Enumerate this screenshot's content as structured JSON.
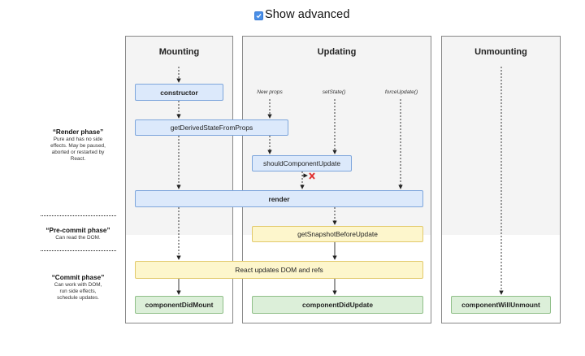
{
  "header": {
    "toggle_label": "Show advanced",
    "toggle_checked": true
  },
  "columns": {
    "mounting": "Mounting",
    "updating": "Updating",
    "unmounting": "Unmounting"
  },
  "phases": {
    "render": {
      "title": "“Render phase”",
      "description": "Pure and has no side effects. May be paused, aborted or restarted by React."
    },
    "precommit": {
      "title": "“Pre-commit phase”",
      "description": "Can read the DOM."
    },
    "commit": {
      "title": "“Commit phase”",
      "description": "Can work with DOM, run side effects, schedule updates."
    }
  },
  "triggers": {
    "new_props": "New props",
    "set_state": "setState()",
    "force_update": "forceUpdate()"
  },
  "methods": {
    "constructor": "constructor",
    "get_derived_state": "getDerivedStateFromProps",
    "should_update": "shouldComponentUpdate",
    "render": "render",
    "get_snapshot": "getSnapshotBeforeUpdate",
    "react_updates": "React updates DOM and refs",
    "did_mount": "componentDidMount",
    "did_update": "componentDidUpdate",
    "will_unmount": "componentWillUnmount"
  },
  "colors": {
    "render_box": "#dce9fb",
    "precommit_box": "#fdf6cc",
    "commit_box": "#dcefd9",
    "stop_mark": "#e03030"
  }
}
